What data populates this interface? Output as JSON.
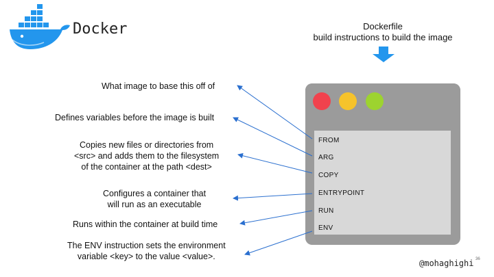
{
  "brand": {
    "name": "Docker"
  },
  "header": {
    "line1": "Dockerfile",
    "line2": "build instructions to build the image"
  },
  "instructions": [
    {
      "keyword": "FROM",
      "description": [
        "What image to base this off of"
      ]
    },
    {
      "keyword": "ARG",
      "description": [
        "Defines variables before the image is built"
      ]
    },
    {
      "keyword": "COPY",
      "description": [
        "Copies new files or directories from",
        "<src> and adds them to the filesystem",
        "of the container at the path <dest>"
      ]
    },
    {
      "keyword": "ENTRYPOINT",
      "description": [
        "Configures a container that",
        "will run as an executable"
      ]
    },
    {
      "keyword": "RUN",
      "description": [
        "Runs within the container at build time"
      ]
    },
    {
      "keyword": "ENV",
      "description": [
        "The ENV instruction sets the environment",
        "variable <key> to the value <value>."
      ]
    }
  ],
  "footer": {
    "author": "@mohaghighi",
    "page": "36"
  },
  "colors": {
    "docker_blue": "#2396ed",
    "arrow_blue": "#2a6fcf",
    "dot_red": "#f1424d",
    "dot_yellow": "#f6c32b",
    "dot_green": "#9dd32f"
  }
}
